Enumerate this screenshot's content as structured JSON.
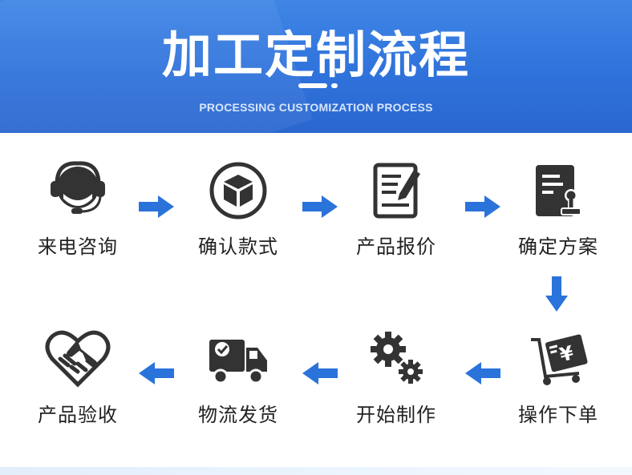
{
  "header": {
    "title": "加工定制流程",
    "subtitle": "PROCESSING CUSTOMIZATION PROCESS"
  },
  "colors": {
    "header_blue": "#2f72db",
    "arrow_blue": "#2a73db",
    "icon_dark": "#333333",
    "text": "#222222"
  },
  "steps": [
    {
      "label": "来电咨询",
      "icon": "headset-icon"
    },
    {
      "label": "确认款式",
      "icon": "box-icon"
    },
    {
      "label": "产品报价",
      "icon": "quote-document-icon"
    },
    {
      "label": "确定方案",
      "icon": "plan-stamp-icon"
    },
    {
      "label": "操作下单",
      "icon": "order-cart-icon"
    },
    {
      "label": "开始制作",
      "icon": "gears-icon"
    },
    {
      "label": "物流发货",
      "icon": "delivery-truck-icon"
    },
    {
      "label": "产品验收",
      "icon": "handshake-heart-icon"
    }
  ]
}
